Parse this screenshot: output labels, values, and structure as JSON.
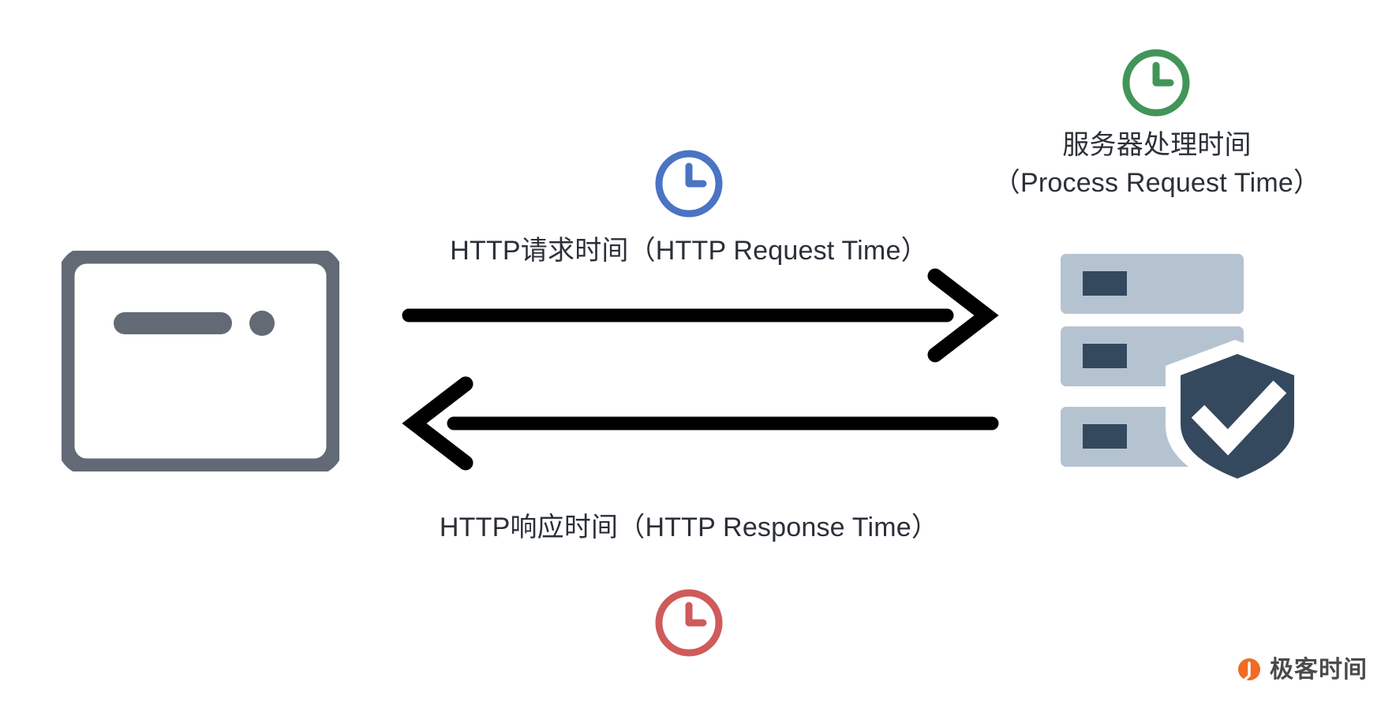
{
  "diagram": {
    "title": "HTTP request / response timing diagram",
    "background_color": "#ffffff",
    "nodes": {
      "client": {
        "icon": "browser-window-icon",
        "color": "#626a75",
        "label": ""
      },
      "server": {
        "icon": "server-stack-shield-icon",
        "body_color": "#b5c3d1",
        "slot_color": "#34495e",
        "shield_color": "#34495e",
        "check_color": "#ffffff",
        "label_line1": "服务器处理时间",
        "label_line2": "（Process Request Time）"
      }
    },
    "flows": [
      {
        "id": "request",
        "direction": "right",
        "label": "HTTP请求时间（HTTP Request Time）",
        "clock_color": "#4a74c4",
        "clock_name": "clock-icon-request",
        "arrow_color": "#000000"
      },
      {
        "id": "response",
        "direction": "left",
        "label": "HTTP响应时间（HTTP Response Time）",
        "clock_color": "#cf5b5b",
        "clock_name": "clock-icon-response",
        "arrow_color": "#000000"
      }
    ],
    "server_clock": {
      "clock_color": "#429558",
      "clock_name": "clock-icon-process"
    },
    "watermark": {
      "text": "极客时间",
      "logo_color": "#f06b24",
      "text_color": "#4a4a4a"
    }
  }
}
